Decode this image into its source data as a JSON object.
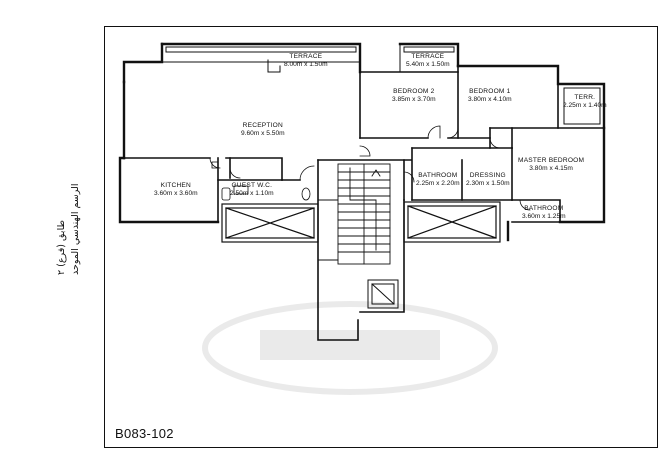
{
  "sheet_code": "B083-102",
  "side_caption": {
    "line1": "طابق (فرع) ٢",
    "line2": "الرسم الهندسي الموحد"
  },
  "rooms": [
    {
      "id": "terrace-1",
      "name": "TERRACE",
      "dim": "8.00m x 1.50m"
    },
    {
      "id": "terrace-2",
      "name": "TERRACE",
      "dim": "5.40m x 1.50m"
    },
    {
      "id": "bedroom-2",
      "name": "BEDROOM 2",
      "dim": "3.85m x 3.70m"
    },
    {
      "id": "bedroom-1",
      "name": "BEDROOM 1",
      "dim": "3.80m x 4.10m"
    },
    {
      "id": "terr",
      "name": "TERR.",
      "dim": "2.25m x 1.40m"
    },
    {
      "id": "reception",
      "name": "RECEPTION",
      "dim": "9.60m x 5.50m"
    },
    {
      "id": "master-bedroom",
      "name": "MASTER BEDROOM",
      "dim": "3.80m x 4.15m"
    },
    {
      "id": "bathroom-1",
      "name": "BATHROOM",
      "dim": "2.25m x 2.20m"
    },
    {
      "id": "dressing",
      "name": "DRESSING",
      "dim": "2.30m x 1.50m"
    },
    {
      "id": "kitchen",
      "name": "KITCHEN",
      "dim": "3.60m x 3.60m"
    },
    {
      "id": "guest-wc",
      "name": "GUEST W.C.",
      "dim": "2.50m x 1.10m"
    },
    {
      "id": "bathroom-2",
      "name": "BATHROOM",
      "dim": "3.60m x 1.25m"
    }
  ]
}
